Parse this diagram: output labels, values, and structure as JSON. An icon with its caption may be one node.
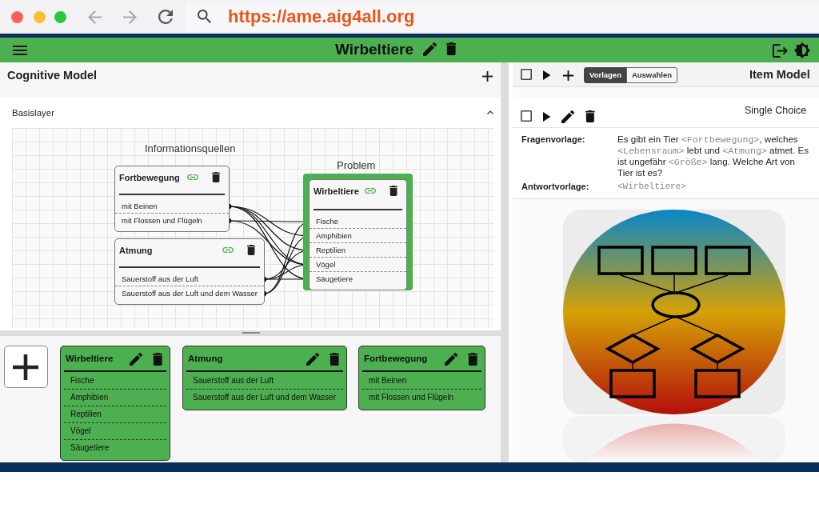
{
  "diagram": {
    "nodes": [
      {
        "text": [
          "Fortbewegung"
        ]
      },
      {
        "text": [
          "mit Beinen"
        ],
        "in": 0
      },
      {
        "text": [
          "mit Flossen und Flügeln"
        ],
        "in": 0
      },
      {
        "text": [
          "Atmung"
        ]
      },
      {
        "text": [
          "Sauerstoff aus der Luft"
        ],
        "in": 3
      },
      {
        "text": [
          "Sauerstoff aus der Luft und dem Wasser"
        ],
        "in": 3
      },
      {
        "text": [
          "Wirbeltiere"
        ]
      },
      {
        "text": [
          "Fische"
        ],
        "in": 6
      },
      {
        "text": [
          "Amphibien"
        ],
        "in": 6
      },
      {
        "text": [
          "Reptilien"
        ],
        "in": 6
      },
      {
        "text": [
          "Vögel"
        ],
        "in": 6
      },
      {
        "text": [
          "Säugetiere"
        ],
        "in": 6
      },
      {
        "text": [
          "Wirbeltiere",
          "Fische",
          "Amphibien",
          "Reptilien",
          "Vögel",
          "Säugetiere"
        ]
      },
      {
        "text": [
          "Atmung",
          "Sauerstoff aus der Luft",
          "Sauerstoff aus der Luft und dem Wasser"
        ]
      },
      {
        "text": [
          "Fortbewegung",
          "mit Beinen",
          "mit Flossen und Flügeln"
        ]
      }
    ],
    "edges": [
      {
        "from": 1,
        "to": 8,
        "arrow": "other"
      },
      {
        "from": 1,
        "to": 9,
        "arrow": "other"
      },
      {
        "from": 1,
        "to": 10,
        "arrow": "other"
      },
      {
        "from": 1,
        "to": 11,
        "arrow": "other"
      },
      {
        "from": 2,
        "to": 7,
        "arrow": "other"
      },
      {
        "from": 2,
        "to": 10,
        "arrow": "other"
      },
      {
        "from": 4,
        "to": 9,
        "arrow": "other"
      },
      {
        "from": 4,
        "to": 10,
        "arrow": "other"
      },
      {
        "from": 4,
        "to": 11,
        "arrow": "other"
      },
      {
        "from": 5,
        "to": 7,
        "arrow": "other"
      },
      {
        "from": 5,
        "to": 8,
        "arrow": "other"
      }
    ],
    "labels": [
      "https://ame.aig4all.org",
      "Wirbeltiere",
      "Cognitive Model",
      "Basislayer",
      "Informationsquellen",
      "Problem",
      "Vorlagen",
      "Auswahlen",
      "Item Model",
      "Single Choice",
      "Fragenvorlage:",
      "Es gibt ein Tier <Fortbewegung>, welches <Lebensraum> lebt und <Atmung> atmet. Es ist ungefähr <Größe> lang. Welche Art von Tier ist es?",
      "Antwortvorlage:",
      "<Wirbeltiere>"
    ]
  }
}
